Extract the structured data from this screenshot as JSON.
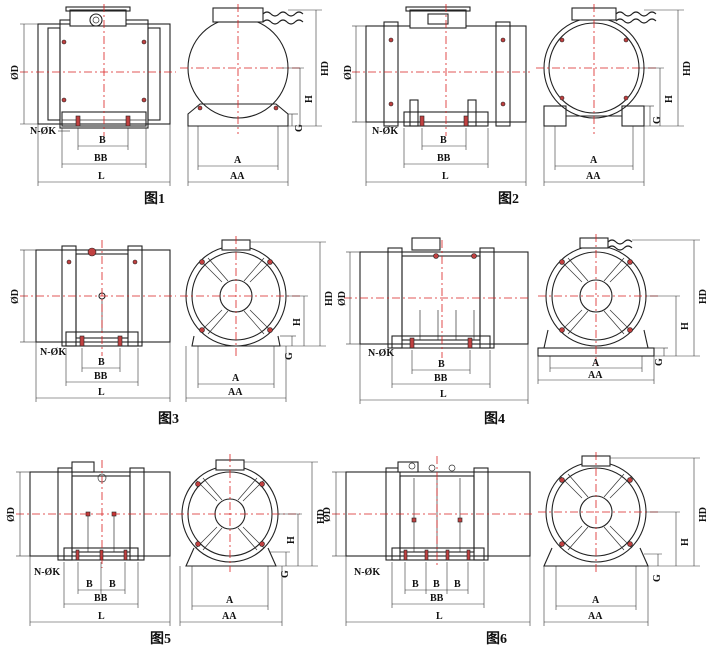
{
  "figures": [
    {
      "caption": "图1",
      "labels": {
        "diameter": "ØD",
        "height_total": "HD",
        "height_axis": "H",
        "height_foot": "G",
        "mount_hole": "N-ØK",
        "hole_spacing": "B",
        "foot_length": "BB",
        "total_length": "L",
        "foot_width": "A",
        "base_width": "AA"
      }
    },
    {
      "caption": "图2",
      "labels": {
        "diameter": "ØD",
        "height_total": "HD",
        "height_axis": "H",
        "height_foot": "G",
        "mount_hole": "N-ØK",
        "hole_spacing": "B",
        "foot_length": "BB",
        "total_length": "L",
        "foot_width": "A",
        "base_width": "AA"
      }
    },
    {
      "caption": "图3",
      "labels": {
        "diameter": "ØD",
        "height_total": "HD",
        "height_axis": "H",
        "height_foot": "G",
        "mount_hole": "N-ØK",
        "hole_spacing": "B",
        "foot_length": "BB",
        "total_length": "L",
        "foot_width": "A",
        "base_width": "AA"
      }
    },
    {
      "caption": "图4",
      "labels": {
        "diameter": "ØD",
        "height_total": "HD",
        "height_axis": "H",
        "height_foot": "G",
        "mount_hole": "N-ØK",
        "hole_spacing": "B",
        "foot_length": "BB",
        "total_length": "L",
        "foot_width": "A",
        "base_width": "AA"
      }
    },
    {
      "caption": "图5",
      "labels": {
        "diameter": "ØD",
        "height_total": "HD",
        "height_axis": "H",
        "height_foot": "G",
        "mount_hole": "N-ØK",
        "hole_spacing": "B",
        "hole_spacing_2": "B",
        "foot_length": "BB",
        "total_length": "L",
        "foot_width": "A",
        "base_width": "AA"
      }
    },
    {
      "caption": "图6",
      "labels": {
        "diameter": "ØD",
        "height_total": "HD",
        "height_axis": "H",
        "height_foot": "G",
        "mount_hole": "N-ØK",
        "hole_spacing": "B",
        "hole_spacing_2": "B",
        "hole_spacing_3": "B",
        "foot_length": "BB",
        "total_length": "L",
        "foot_width": "A",
        "base_width": "AA"
      }
    }
  ]
}
